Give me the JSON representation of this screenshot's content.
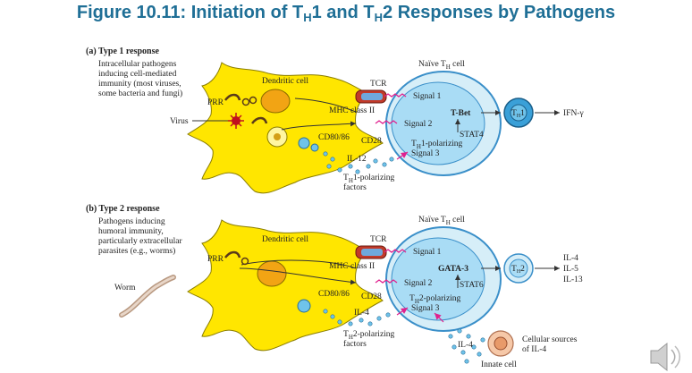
{
  "title": {
    "pre": "Figure 10.11: Initiation of T",
    "sub": "H",
    "mid": "1 and T",
    "post": "2 Responses by Pathogens"
  },
  "panel_a": {
    "header": "(a) Type 1 response",
    "desc": [
      "Intracellular pathogens",
      "inducing cell-mediated",
      "immunity (most viruses,",
      "some bacteria and fungi)"
    ],
    "dendritic_cell": "Dendritic cell",
    "naive_cell": "Naïve T",
    "naive_sub": "H",
    "naive_post": " cell",
    "tcr": "TCR",
    "mhc": "MHC class II",
    "prr": "PRR",
    "pathogen": "Virus",
    "cd80": "CD80/86",
    "cd28": "CD28",
    "signal1": "Signal 1",
    "signal2": "Signal 2",
    "signal3": "Signal 3",
    "polarizing": "1-polarizing",
    "tf": "T-Bet",
    "stat": "STAT4",
    "cytokine": "IL-12",
    "factors1": "1-polarizing",
    "factors2": "factors",
    "effector_cell": "1",
    "outputs": [
      "IFN-γ"
    ]
  },
  "panel_b": {
    "header": "(b) Type 2 response",
    "desc": [
      "Pathogens inducing",
      "humoral immunity,",
      "particularly extracellular",
      "parasites (e.g., worms)"
    ],
    "dendritic_cell": "Dendritic cell",
    "naive_cell": "Naïve T",
    "naive_sub": "H",
    "naive_post": " cell",
    "tcr": "TCR",
    "mhc": "MHC class II",
    "prr": "PRR",
    "pathogen": "Worm",
    "cd80": "CD80/86",
    "cd28": "CD28",
    "signal1": "Signal 1",
    "signal2": "Signal 2",
    "signal3": "Signal 3",
    "polarizing": "2-polarizing",
    "tf": "GATA-3",
    "stat": "STAT6",
    "cytokine": "IL-4",
    "factors1": "2-polarizing",
    "factors2": "factors",
    "effector_cell": "2",
    "outputs": [
      "IL-4",
      "IL-5",
      "IL-13"
    ],
    "innate_source": [
      "Cellular sources",
      "of IL-4"
    ],
    "innate_il4": "IL-4",
    "innate_cell": "Innate cell"
  },
  "colors": {
    "title": "#1f6f96",
    "dc": "#ffe600",
    "naive": "#a9dcf5",
    "naive_ring": "#3a8fc9",
    "th": "#3aa0d8",
    "signal": "#e0208e"
  },
  "icons": {
    "speaker": "speaker-icon"
  }
}
